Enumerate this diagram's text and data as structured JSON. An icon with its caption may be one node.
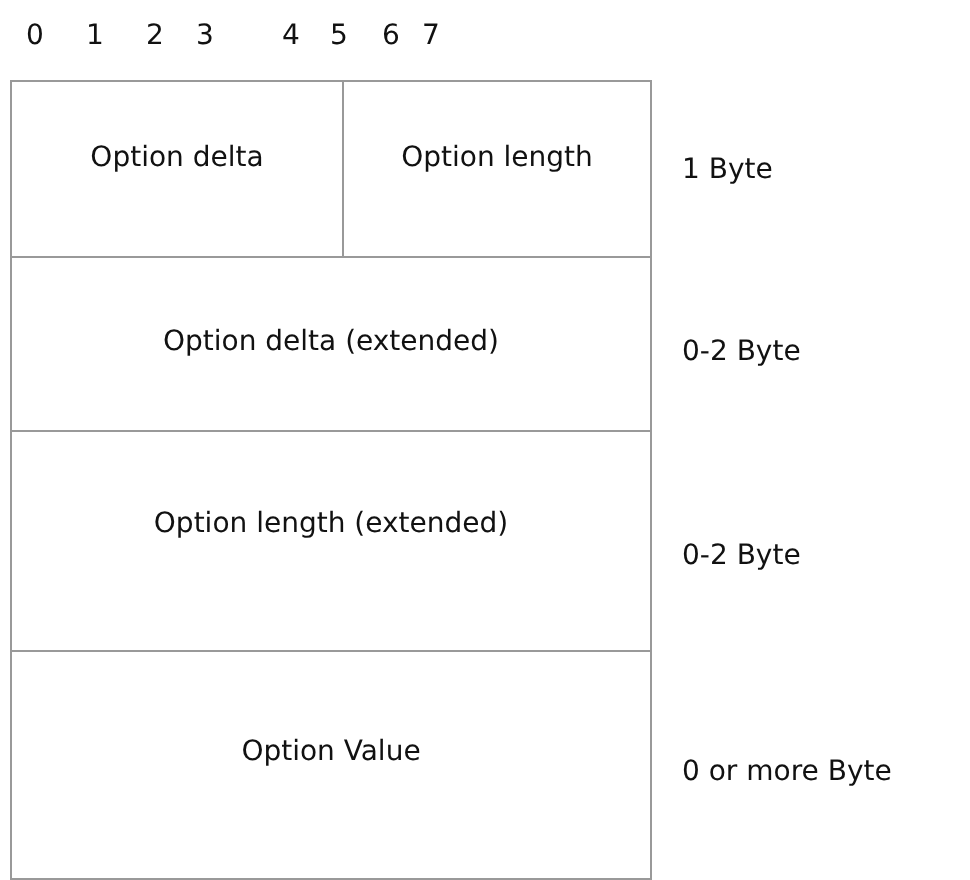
{
  "diagram": {
    "nodes": [
      {
        "text": [
          "Option delta"
        ]
      },
      {
        "text": [
          "Option length"
        ]
      },
      {
        "text": [
          "Option delta (extended)"
        ]
      },
      {
        "text": [
          "Option length (extended)"
        ]
      },
      {
        "text": [
          "Option Value"
        ]
      }
    ],
    "labels": [
      "0",
      "1",
      "2",
      "3",
      "4",
      "5",
      "6",
      "7",
      "1 Byte",
      "0-2 Byte",
      "0-2 Byte",
      "0 or more Byte"
    ]
  }
}
